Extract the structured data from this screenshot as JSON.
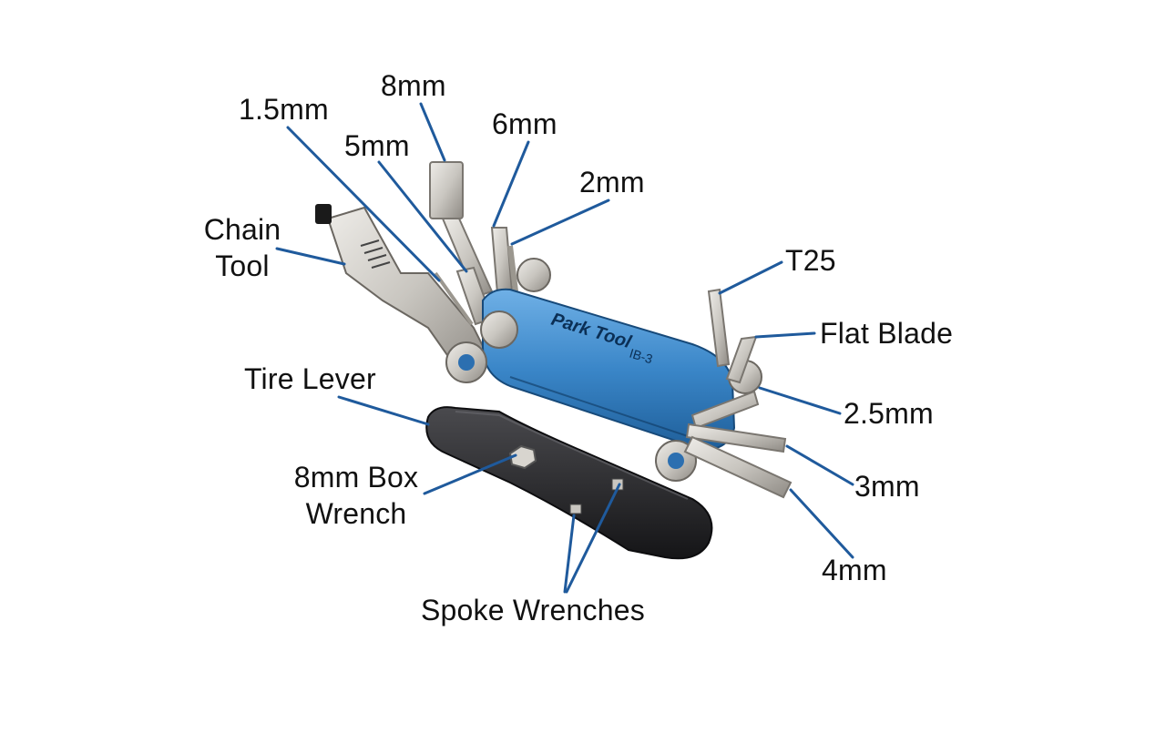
{
  "diagram": {
    "tool": {
      "brand_text": "Park Tool",
      "model_text": "IB-3",
      "colors": {
        "body": "#3a86c8",
        "body_dark": "#1f5f9a",
        "steel": "#c9c6c0",
        "steel_dark": "#8e8a84",
        "lever": "#2a2a2c",
        "leader": "#1f5a9c"
      }
    },
    "labels": {
      "chain_tool": {
        "line1": "Chain",
        "line2": "Tool"
      },
      "mm_1_5": "1.5mm",
      "mm_5": "5mm",
      "mm_8": "8mm",
      "mm_6": "6mm",
      "mm_2": "2mm",
      "t25": "T25",
      "flat_blade": "Flat Blade",
      "mm_2_5": "2.5mm",
      "mm_3": "3mm",
      "mm_4": "4mm",
      "tire_lever": "Tire Lever",
      "box_wrench": {
        "line1": "8mm Box",
        "line2": "Wrench"
      },
      "spoke_wrenches": "Spoke Wrenches"
    }
  }
}
